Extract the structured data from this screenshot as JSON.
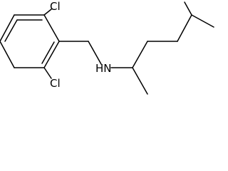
{
  "molecule": {
    "atoms": {
      "cl_top": "Cl",
      "cl_bottom": "Cl",
      "nh": "HN"
    }
  }
}
